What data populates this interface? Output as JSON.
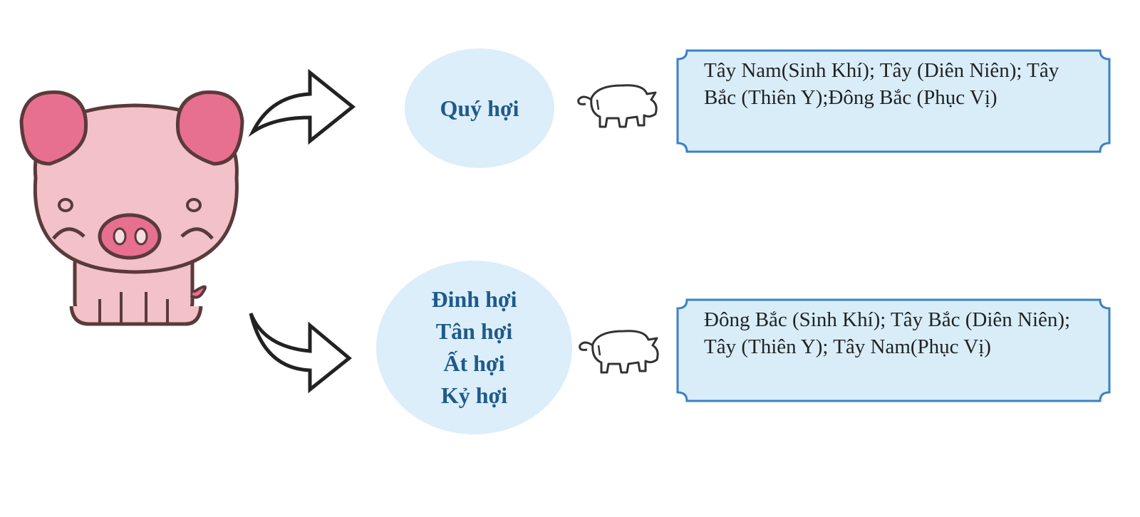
{
  "colors": {
    "circle_fill": "#dbeefa",
    "circle_text": "#1f5a8a",
    "box_fill": "#d9edf9",
    "box_border": "#3b82c4",
    "pig_pink": "#f2c2c8",
    "pig_ear": "#e8708f"
  },
  "icons": {
    "main": "pig-icon",
    "small": "pig-outline-icon",
    "arrow": "curved-arrow-icon"
  },
  "groups": [
    {
      "label_lines": [
        "Quý hợi"
      ],
      "directions": "Tây Nam(Sinh Khí); Tây (Diên Niên); Tây Bắc (Thiên Y);Đông Bắc (Phục Vị)"
    },
    {
      "label_lines": [
        "Đinh hợi",
        "Tân hợi",
        "Ất hợi",
        "Kỷ hợi"
      ],
      "directions": "Đông Bắc (Sinh Khí); Tây Bắc (Diên Niên); Tây (Thiên Y); Tây Nam(Phục Vị)"
    }
  ]
}
